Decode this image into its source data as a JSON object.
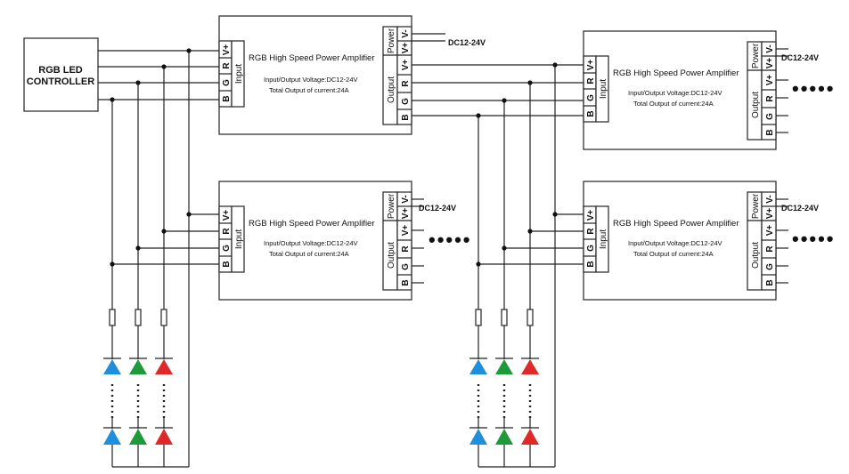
{
  "controller": {
    "line1": "RGB LED",
    "line2": "CONTROLLER"
  },
  "amplifier": {
    "title": "RGB  High  Speed Power Amplifier",
    "voltage": "Input/Output Voltage:DC12-24V",
    "current": "Total Output of current:24A",
    "input_label": "Input",
    "output_label": "Output",
    "power_label": "Power",
    "pins": {
      "vplus": "V+",
      "vminus": "V-",
      "r": "R",
      "g": "G",
      "b": "B"
    }
  },
  "supply_label": "DC12-24V",
  "continuation": "•••••",
  "colors": {
    "blue_led": "#1e8fdc",
    "green_led": "#1f9a3a",
    "red_led": "#e02828",
    "line": "#222222"
  }
}
